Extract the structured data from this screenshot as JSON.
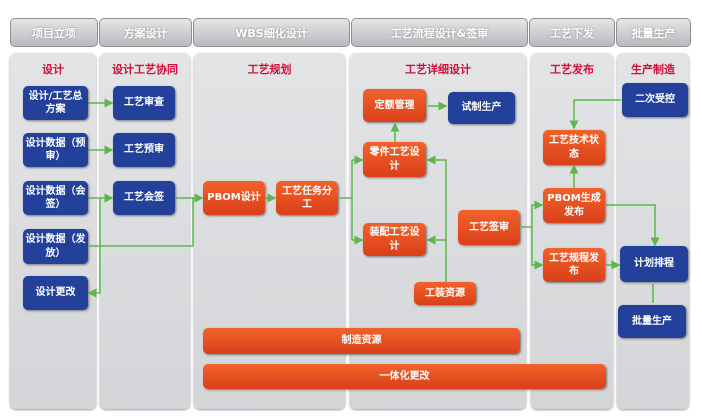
{
  "headers": [
    "项目立项",
    "方案设计",
    "WBS细化设计",
    "工艺流程设计&签审",
    "工艺下发",
    "批量生产"
  ],
  "columns": [
    "设计",
    "设计工艺协同",
    "工艺规划",
    "工艺详细设计",
    "工艺发布",
    "生产制造"
  ],
  "boxes": {
    "design_plan": "设计/工艺总方案",
    "design_pre": "设计数据（预审）",
    "design_sign": "设计数据（会签）",
    "design_release": "设计数据（发放）",
    "design_change": "设计更改",
    "proc_review": "工艺审查",
    "proc_prereview": "工艺预审",
    "proc_sign": "工艺会签",
    "pbom_design": "PBOM设计",
    "task_assign": "工艺任务分工",
    "quota": "定额管理",
    "trial": "试制生产",
    "part_design": "零件工艺设计",
    "assembly_design": "装配工艺设计",
    "approval": "工艺签审",
    "tooling": "工装资源",
    "tech_state": "工艺技术状态",
    "pbom_release": "PBOM生成发布",
    "spec_release": "工艺规程发布",
    "controlled": "二次受控",
    "scheduling": "计划排程",
    "mass": "批量生产",
    "mfg_resource": "制造资源",
    "integrated_change": "一体化更改"
  },
  "colors": {
    "blue": "#23409a",
    "orange": "#e5501f",
    "title_red": "#d0103a",
    "arrow_green": "#5cb84a"
  }
}
